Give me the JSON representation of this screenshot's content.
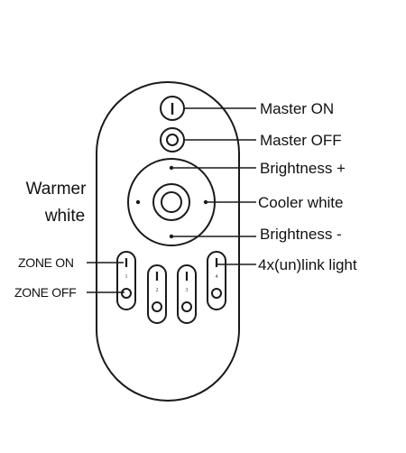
{
  "labels": {
    "master_on": "Master ON",
    "master_off": "Master OFF",
    "brightness_plus": "Brightness +",
    "cooler_white": "Cooler white",
    "brightness_minus": "Brightness -",
    "link_light": "4x(un)link light",
    "warmer_line1": "Warmer",
    "warmer_line2": "white",
    "zone_on": "ZONE ON",
    "zone_off": "ZONE OFF"
  },
  "zone_numbers": [
    "1",
    "2",
    "3",
    "4"
  ],
  "icons": {
    "on_button": "power-line-icon",
    "off_button": "power-circle-icon"
  },
  "colors": {
    "outline": "#1a1a1a",
    "text": "#111111",
    "background": "#ffffff"
  }
}
